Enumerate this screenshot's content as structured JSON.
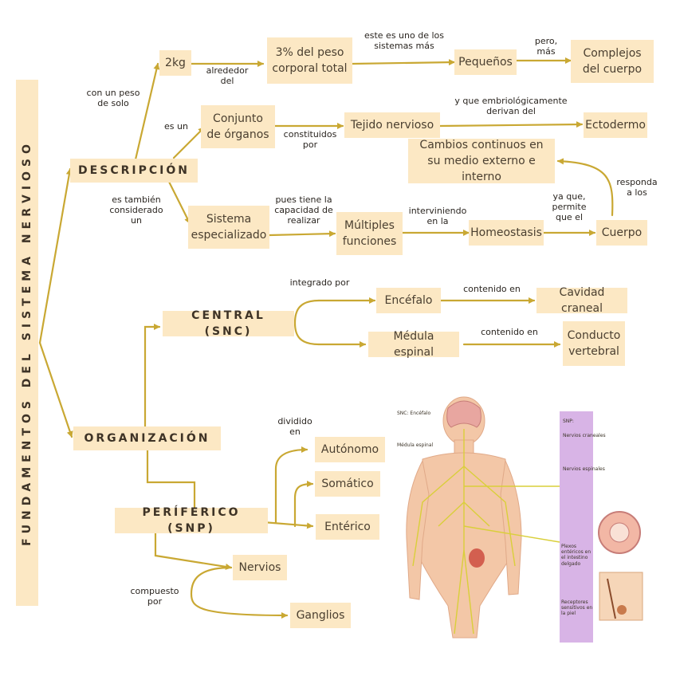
{
  "title": "FUNDAMENTOS DEL SISTEMA NERVIOSO",
  "nodes": {
    "descripcion": "DESCRIPCIÓN",
    "peso_2kg": "2kg",
    "porcentaje": "3% del peso corporal total",
    "pequenos": "Pequeños",
    "complejos": "Complejos del cuerpo",
    "conjunto": "Conjunto de órganos",
    "tejido": "Tejido nervioso",
    "ectodermo": "Ectodermo",
    "cambios": "Cambios continuos en su medio externo e interno",
    "sistema_esp": "Sistema especializado",
    "multiples": "Múltiples funciones",
    "homeostasis": "Homeostasis",
    "cuerpo": "Cuerpo",
    "organizacion": "ORGANIZACIÓN",
    "central": "CENTRAL (SNC)",
    "encefalo": "Encéfalo",
    "cavidad": "Cavidad craneal",
    "medula": "Médula espinal",
    "conducto": "Conducto vertebral",
    "periferico": "PERÍFERICO (SNP)",
    "autonomo": "Autónomo",
    "somatico": "Somático",
    "enterico": "Entérico",
    "nervios": "Nervios",
    "ganglios": "Ganglios"
  },
  "labels": {
    "con_peso": "con un peso de solo",
    "alrededor": "alrededor del",
    "este_es_uno": "este es uno de los sistemas más",
    "pero_mas": "pero, más",
    "es_un": "es un",
    "constituidos": "constituidos por",
    "embriologicamente": "y que embriológicamente derivan del",
    "es_tambien": "es también considerado un",
    "pues_tiene": "pues tiene la capacidad de realizar",
    "interviniendo": "interviniendo en la",
    "ya_que": "ya que, permite que el",
    "responda": "responda a los",
    "integrado": "integrado por",
    "contenido_1": "contenido en",
    "contenido_2": "contenido en",
    "dividido": "dividido en",
    "compuesto": "compuesto por"
  },
  "figure": {
    "snc_label": "SNC: Encéfalo",
    "medula_label": "Médula espinal",
    "snp_label": "SNP:",
    "nervios_craneales": "Nervios craneales",
    "nervios_espinales": "Nervios espinales",
    "plexos": "Plexos entéricos en el intestino delgado",
    "receptores": "Receptores sensitivos en la piel"
  },
  "colors": {
    "node_fill": "#fce8c4",
    "line": "#c9a833",
    "panel": "#d8b4e6"
  }
}
